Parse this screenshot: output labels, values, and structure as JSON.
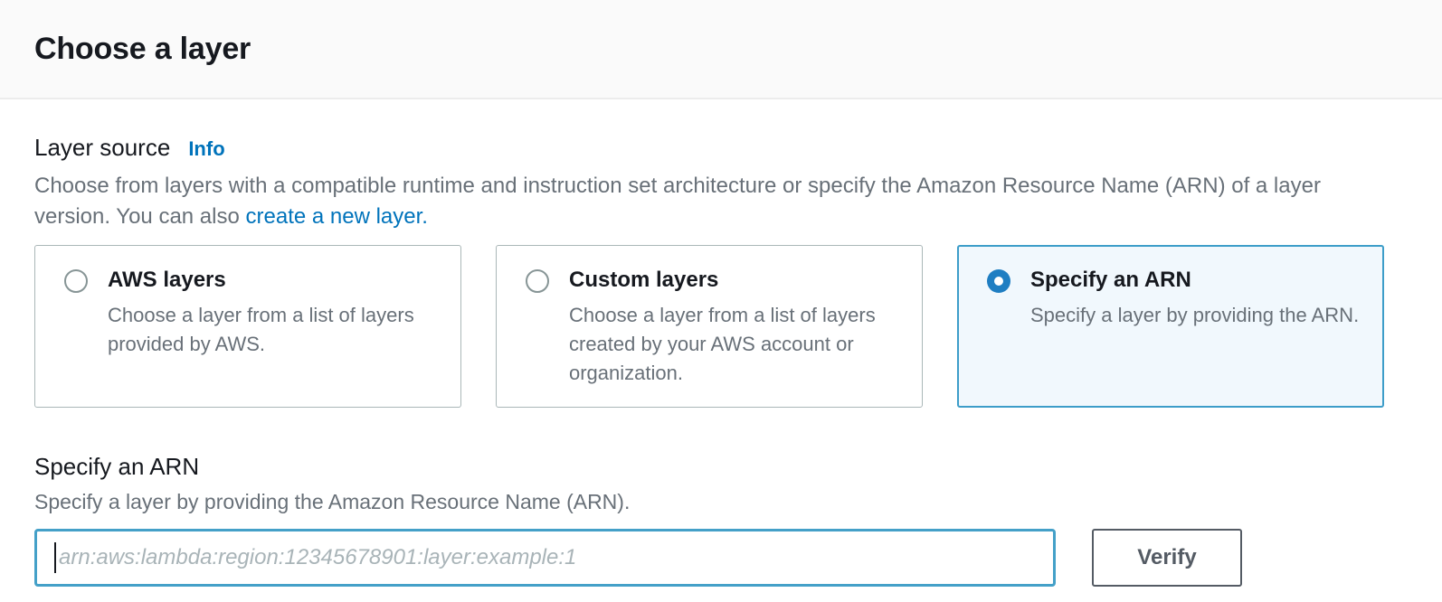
{
  "header": {
    "title": "Choose a layer"
  },
  "layer_source": {
    "label": "Layer source",
    "info_link": "Info",
    "description_before_link": "Choose from layers with a compatible runtime and instruction set architecture or specify the Amazon Resource Name (ARN) of a layer version. You can also ",
    "link_text": "create a new layer.",
    "options": [
      {
        "title": "AWS layers",
        "description": "Choose a layer from a list of layers provided by AWS.",
        "selected": false
      },
      {
        "title": "Custom layers",
        "description": "Choose a layer from a list of layers created by your AWS account or organization.",
        "selected": false
      },
      {
        "title": "Specify an ARN",
        "description": "Specify a layer by providing the ARN.",
        "selected": true
      }
    ]
  },
  "specify_arn": {
    "label": "Specify an ARN",
    "description": "Specify a layer by providing the Amazon Resource Name (ARN).",
    "input_value": "",
    "input_placeholder": "arn:aws:lambda:region:12345678901:layer:example:1",
    "verify_button": "Verify"
  },
  "colors": {
    "link_blue": "#0073bb",
    "radio_selected": "#1f7ec2",
    "selected_card_border": "#3d9dc9",
    "selected_card_bg": "#f1f8fd",
    "card_border": "#aab7b8",
    "input_focus_border": "#44a0c8",
    "text_primary": "#16191f",
    "text_secondary": "#687078",
    "button_border": "#545b64",
    "header_bg": "#fafafa",
    "divider": "#ececec"
  }
}
